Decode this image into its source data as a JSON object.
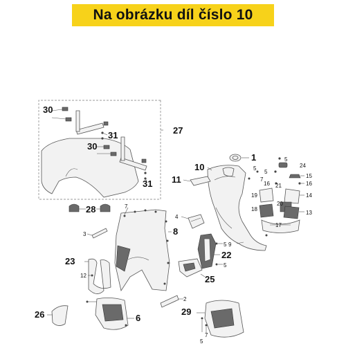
{
  "header": {
    "title": "Na obrázku díl číslo 10"
  },
  "callouts": {
    "c1": "1",
    "c2": "2",
    "c3": "3",
    "c4": "4",
    "c5a": "5",
    "c5b": "5",
    "c5c": "5",
    "c5d": "5",
    "c5e": "5",
    "c5f": "5",
    "c6": "6",
    "c7a": "7",
    "c7b": "7",
    "c8": "8",
    "c9": "9",
    "c10": "10",
    "c11": "11",
    "c12": "12",
    "c13": "13",
    "c14": "14",
    "c15": "15",
    "c16a": "16",
    "c16b": "16",
    "c17": "17",
    "c18": "18",
    "c19": "19",
    "c20": "20",
    "c21": "21",
    "c22": "22",
    "c23": "23",
    "c24": "24",
    "c25": "25",
    "c26": "26",
    "c27": "27",
    "c28": "28",
    "c29": "29",
    "c30a": "30",
    "c30b": "30",
    "c31a": "31",
    "c31b": "31"
  }
}
